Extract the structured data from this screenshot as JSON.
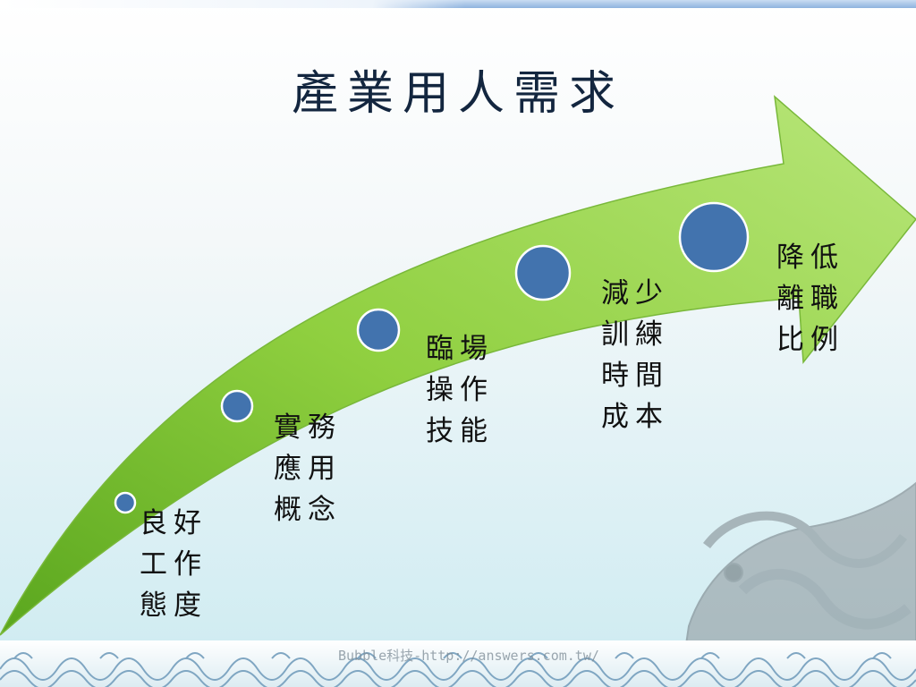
{
  "slide": {
    "title": "產業用人需求",
    "footer": "Bubble科技-http://answers.com.tw/"
  },
  "colors": {
    "arrow_light": "#b8e67a",
    "arrow_dark": "#5aa61e",
    "circle_fill": "#4273ae",
    "circle_stroke": "#ffffff",
    "title_color": "#13263f"
  },
  "steps": [
    {
      "lines": [
        "良好",
        "工作",
        "態度"
      ]
    },
    {
      "lines": [
        "實務",
        "應用",
        "概念"
      ]
    },
    {
      "lines": [
        "臨場",
        "操作",
        "技能"
      ]
    },
    {
      "lines": [
        "減少",
        "訓練",
        "時間",
        "成本"
      ]
    },
    {
      "lines": [
        "降低",
        "離職",
        "比例"
      ]
    }
  ]
}
